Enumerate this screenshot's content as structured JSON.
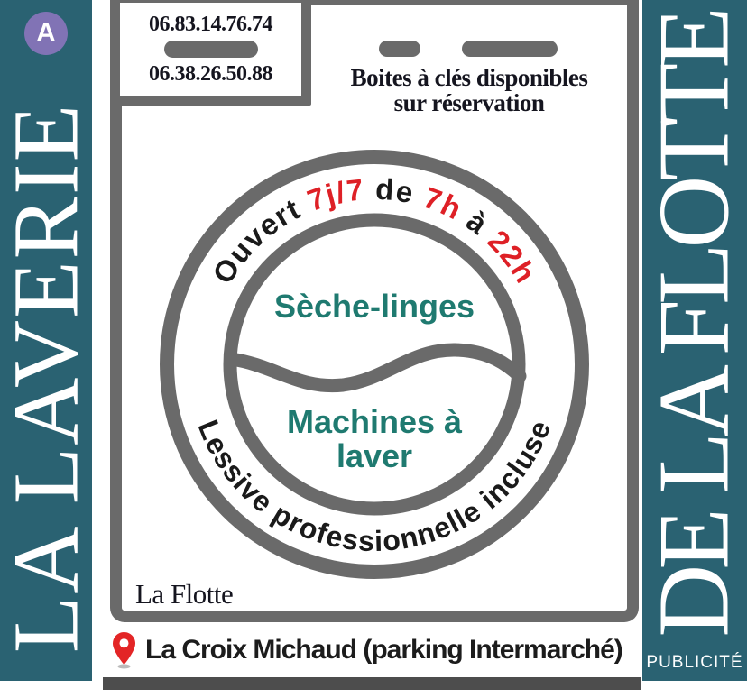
{
  "colors": {
    "teal": "#2a6272",
    "gray": "#6a6a6a",
    "dark-bar": "#4d4d4d",
    "red": "#de2026",
    "teal-text": "#1f7a70",
    "purple": "#8173b5",
    "ink": "#1a1a1a",
    "serif-ink": "#15151f",
    "pin-red": "#e32526"
  },
  "badge": {
    "letter": "A"
  },
  "left_banner": {
    "text": "LA LAVERIE"
  },
  "right_banner": {
    "text": "DE LA FLOTTE",
    "publicite": "PUBLICITÉ"
  },
  "drawer": {
    "phone_top": "06.83.14.76.74",
    "phone_bottom": "06.38.26.50.88"
  },
  "key_boxes": {
    "line1": "Boites à clés disponibles",
    "line2": "sur réservation"
  },
  "door": {
    "open_arc": [
      {
        "text": "Ouvert ",
        "color": "ink"
      },
      {
        "text": "7j/7",
        "color": "red"
      },
      {
        "text": " de ",
        "color": "ink"
      },
      {
        "text": "7h",
        "color": "red"
      },
      {
        "text": " à ",
        "color": "ink"
      },
      {
        "text": "22h",
        "color": "red"
      }
    ],
    "drum_top": "Sèche-linges",
    "drum_bottom_line1": "Machines à",
    "drum_bottom_line2": "laver",
    "bottom_arc": "Lessive professionnelle incluse"
  },
  "footer": {
    "city": "La Flotte",
    "address": "La Croix Michaud (parking Intermarché)"
  }
}
